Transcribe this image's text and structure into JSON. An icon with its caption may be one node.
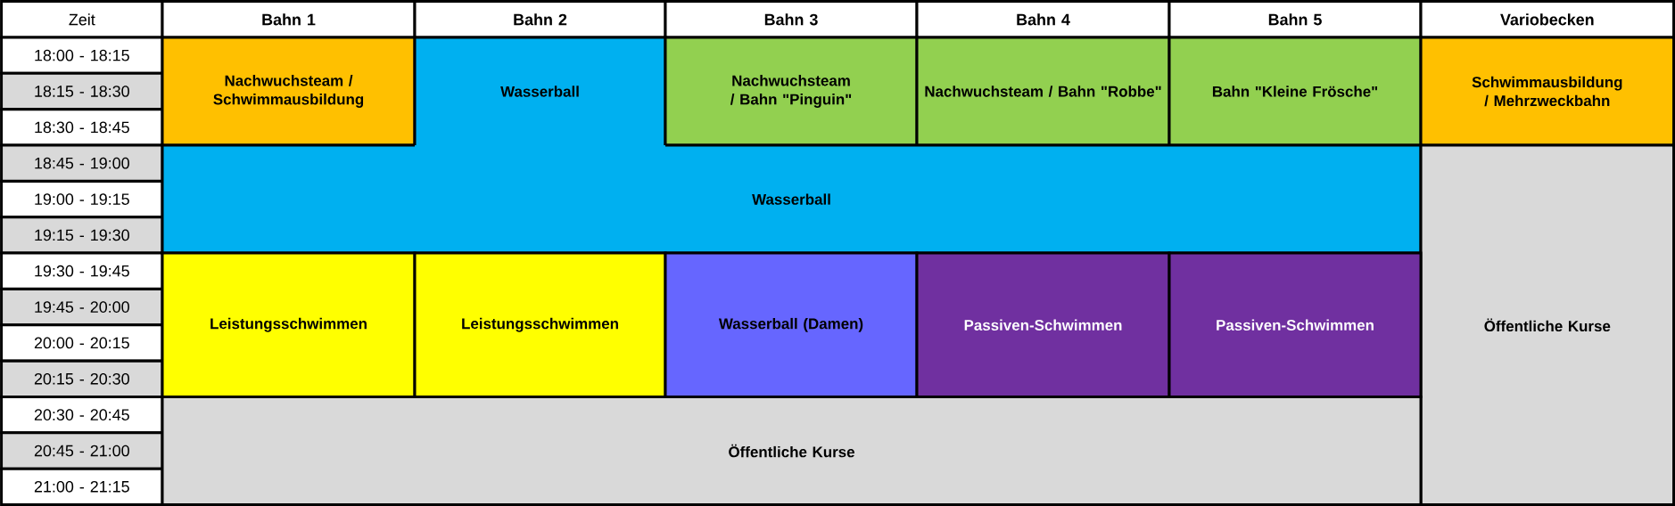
{
  "diagram": {
    "nodes": [
      {
        "text": [
          "Nachwuchsteam / Schwimmausbildung"
        ]
      },
      {
        "text": [
          "Wasserball"
        ]
      },
      {
        "text": [
          "Nachwuchsteam / Bahn \"Pinguin\""
        ]
      },
      {
        "text": [
          "Nachwuchsteam / Bahn \"Robbe\""
        ]
      },
      {
        "text": [
          "Bahn \"Kleine Frösche\""
        ]
      },
      {
        "text": [
          "Schwimmausbildung / Mehrzweckbahn"
        ]
      },
      {
        "text": [
          "Wasserball"
        ]
      },
      {
        "text": [
          "Öffentliche Kurse"
        ]
      },
      {
        "text": [
          "Leistungsschwimmen"
        ]
      },
      {
        "text": [
          "Leistungsschwimmen"
        ]
      },
      {
        "text": [
          "Wasserball (Damen)"
        ]
      },
      {
        "text": [
          "Passiven-Schwimmen"
        ]
      },
      {
        "text": [
          "Passiven-Schwimmen"
        ]
      },
      {
        "text": [
          "Öffentliche Kurse"
        ]
      }
    ],
    "labels": [
      "Zeit",
      "Bahn 1",
      "Bahn 2",
      "Bahn 3",
      "Bahn 4",
      "Bahn 5",
      "Variobecken",
      "18:00 - 18:15",
      "18:15 - 18:30",
      "18:30 - 18:45",
      "18:45 - 19:00",
      "19:00 - 19:15",
      "19:15 - 19:30",
      "19:30 - 19:45",
      "19:45 - 20:00",
      "20:00 - 20:15",
      "20:15 - 20:30",
      "20:30 - 20:45",
      "20:45 - 21:00",
      "21:00 - 21:15"
    ]
  }
}
